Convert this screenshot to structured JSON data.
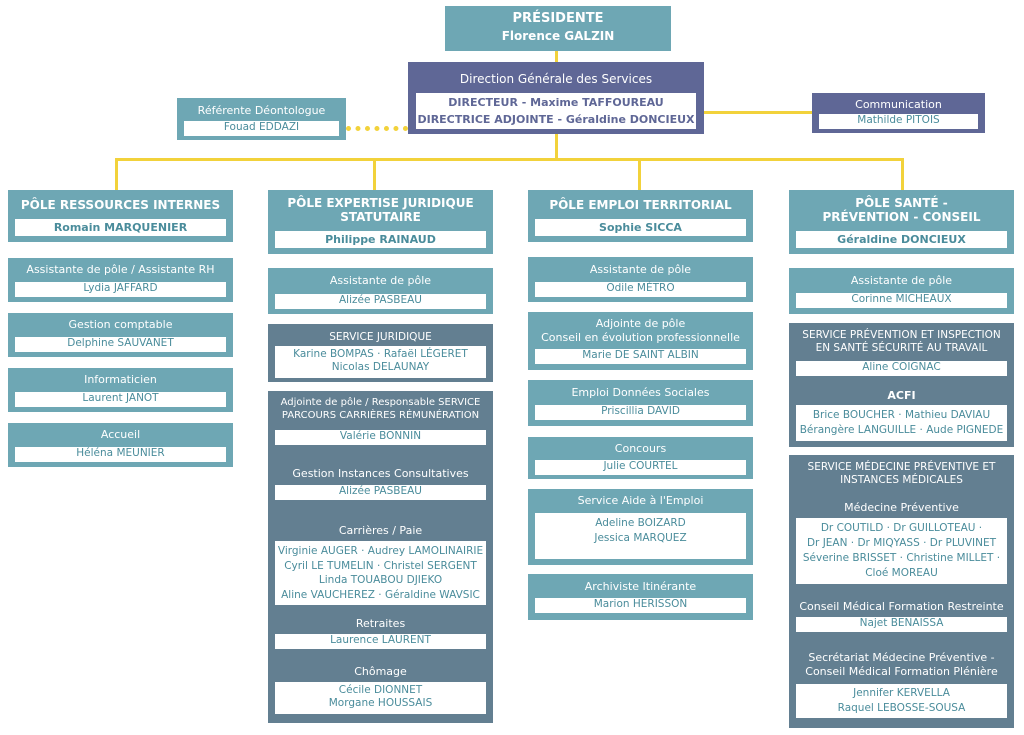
{
  "president": {
    "title": "PRÉSIDENTE",
    "name": "Florence GALZIN"
  },
  "dgs": {
    "title": "Direction Générale des Services",
    "directeur": "DIRECTEUR - Maxime TAFFOUREAU",
    "adjointe": "DIRECTRICE ADJOINTE - Géraldine DONCIEUX"
  },
  "deontologue": {
    "title": "Référente Déontologue",
    "name": "Fouad EDDAZI"
  },
  "communication": {
    "title": "Communication",
    "name": "Mathilde PITOIS"
  },
  "pole1": {
    "title": "PÔLE RESSOURCES INTERNES",
    "head": "Romain MARQUENIER",
    "boxes": [
      {
        "title": "Assistante de pôle / Assistante RH",
        "name": "Lydia JAFFARD"
      },
      {
        "title": "Gestion comptable",
        "name": "Delphine SAUVANET"
      },
      {
        "title": "Informaticien",
        "name": "Laurent JANOT"
      },
      {
        "title": "Accueil",
        "name": "Héléna MEUNIER"
      }
    ]
  },
  "pole2": {
    "title_l1": "PÔLE EXPERTISE JURIDIQUE",
    "title_l2": "STATUTAIRE",
    "head": "Philippe RAINAUD",
    "assistant": {
      "title": "Assistante de pôle",
      "name": "Alizée PASBEAU"
    },
    "juridique": {
      "title": "SERVICE JURIDIQUE",
      "l1": "Karine BOMPAS · Rafaël LÉGERET",
      "l2": "Nicolas DELAUNAY"
    },
    "parcours": {
      "title_l1": "Adjointe de pôle / Responsable SERVICE",
      "title_l2": "PARCOURS CARRIÈRES RÉMUNÉRATION",
      "name": "Valérie BONNIN",
      "instances_title": "Gestion Instances Consultatives",
      "instances_name": "Alizée PASBEAU",
      "carrieres_title": "Carrières / Paie",
      "carrieres_l1": "Virginie AUGER · Audrey LAMOLINAIRIE",
      "carrieres_l2": "Cyril LE TUMELIN · Christel SERGENT",
      "carrieres_l3": "Linda TOUABOU DJIEKO",
      "carrieres_l4": "Aline VAUCHEREZ · Géraldine WAVSIC",
      "retraites_title": "Retraites",
      "retraites_name": "Laurence LAURENT",
      "chomage_title": "Chômage",
      "chomage_l1": "Cécile DIONNET",
      "chomage_l2": "Morgane HOUSSAIS"
    }
  },
  "pole3": {
    "title": "PÔLE EMPLOI TERRITORIAL",
    "head": "Sophie SICCA",
    "assistant": {
      "title": "Assistante de pôle",
      "name": "Odile MÉTRO"
    },
    "adjointe": {
      "title_l1": "Adjointe de pôle",
      "title_l2": "Conseil en évolution professionnelle",
      "name": "Marie DE SAINT ALBIN"
    },
    "emploi": {
      "title": "Emploi Données Sociales",
      "name": "Priscillia DAVID"
    },
    "concours": {
      "title": "Concours",
      "name": "Julie COURTEL"
    },
    "aide": {
      "title": "Service Aide à l'Emploi",
      "l1": "Adeline BOIZARD",
      "l2": "Jessica MARQUEZ"
    },
    "archiviste": {
      "title": "Archiviste Itinérante",
      "name": "Marion HERISSON"
    }
  },
  "pole4": {
    "title_l1": "PÔLE SANTÉ -",
    "title_l2": "PRÉVENTION - CONSEIL",
    "head": "Géraldine DONCIEUX",
    "assistant": {
      "title": "Assistante de pôle",
      "name": "Corinne MICHEAUX"
    },
    "prevention": {
      "title_l1": "SERVICE PRÉVENTION ET INSPECTION",
      "title_l2": "EN SANTÉ SÉCURITÉ AU TRAVAIL",
      "name": "Aline COIGNAC",
      "acfi_title": "ACFI",
      "acfi_l1": "Brice BOUCHER · Mathieu DAVIAU",
      "acfi_l2": "Bérangère LANGUILLE · Aude PIGNEDE"
    },
    "medecine": {
      "title_l1": "SERVICE MÉDECINE PRÉVENTIVE ET",
      "title_l2": "INSTANCES MÉDICALES",
      "mp_title": "Médecine Préventive",
      "mp_l1": "Dr COUTILD · Dr GUILLOTEAU ·",
      "mp_l2": "Dr JEAN · Dr MIQYASS · Dr PLUVINET",
      "mp_l3": "Séverine BRISSET · Christine MILLET ·",
      "mp_l4": "Cloé MOREAU",
      "cmfr_title": "Conseil Médical Formation Restreinte",
      "cmfr_name": "Najet BENAISSA",
      "sec_title_l1": "Secrétariat Médecine Préventive -",
      "sec_title_l2": "Conseil Médical Formation Plénière",
      "sec_l1": "Jennifer KERVELLA",
      "sec_l2": "Raquel LEBOSSE-SOUSA"
    }
  },
  "colors": {
    "teal": "#6ea7b4",
    "slate": "#637f91",
    "navy": "#5f6796",
    "connector": "#f2d23b"
  }
}
